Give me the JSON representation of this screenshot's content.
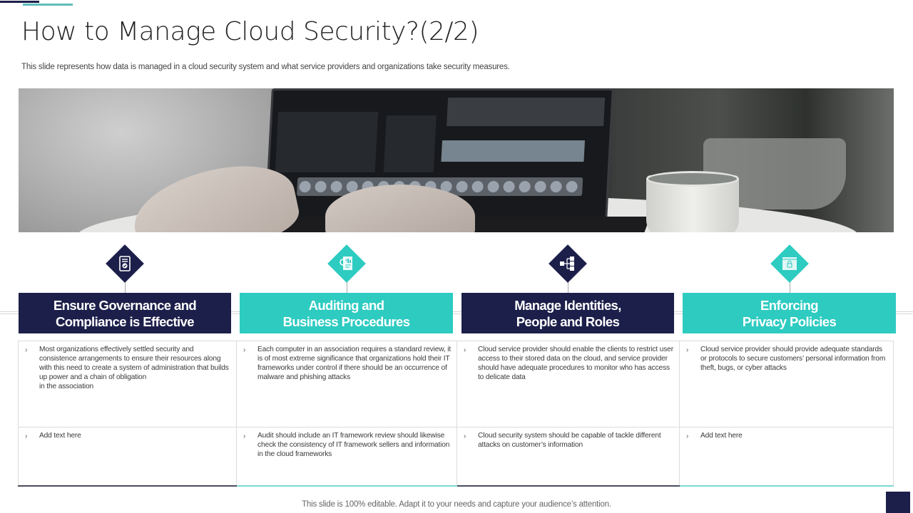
{
  "slide": {
    "title": "How to Manage Cloud Security?(2/2)",
    "subtitle": "This slide represents how data is managed in a cloud security system and what service providers and organizations take security measures.",
    "footer": "This slide is 100% editable. Adapt it to your needs and capture your audience’s attention."
  },
  "image": {
    "description": "Photo of hands typing on a laptop running video editing software, with a ceramic cup and a potted plant on a round table"
  },
  "colors": {
    "dark": "#1c1f4a",
    "teal": "#2ecbc1",
    "accent_line": "#5fbcbc"
  },
  "columns": [
    {
      "icon": "shield-document-check-icon",
      "style": "dark",
      "heading_line1": "Ensure Governance and",
      "heading_line2": "Compliance is Effective",
      "row1": "Most organizations effectively settled security and consistence arrangements to ensure their resources along with this need to create a system of administration  that builds up power and a chain of obligation\n in the association",
      "row2": "Add text here"
    },
    {
      "icon": "audit-report-icon",
      "style": "teal",
      "heading_line1": "Auditing and",
      "heading_line2": "Business Procedures",
      "row1": "Each computer in an association requires a standard review, it is of most extreme significance that organizations hold their IT  frameworks under control if there should be an occurrence of malware and phishing attacks",
      "row2": "Audit should include an IT  framework review should likewise check the consistency of IT framework sellers and information in the cloud frameworks"
    },
    {
      "icon": "identity-hierarchy-icon",
      "style": "dark",
      "heading_line1": "Manage Identities,",
      "heading_line2": "People and Roles",
      "row1": "Cloud  service provider should enable the clients to restrict user access to their stored data on the cloud, and service provider should have adequate procedures to monitor  who has access to delicate data",
      "row2": "Cloud  security system should be capable of tackle different attacks on customer’s information"
    },
    {
      "icon": "privacy-lock-icon",
      "style": "teal",
      "heading_line1": "Enforcing",
      "heading_line2": "Privacy Policies",
      "row1": "Cloud  service provider should provide adequate standards or protocols to secure customers’ personal information  from theft, bugs,  or cyber attacks",
      "row2": "Add text here"
    }
  ],
  "bullet_glyph": "›"
}
